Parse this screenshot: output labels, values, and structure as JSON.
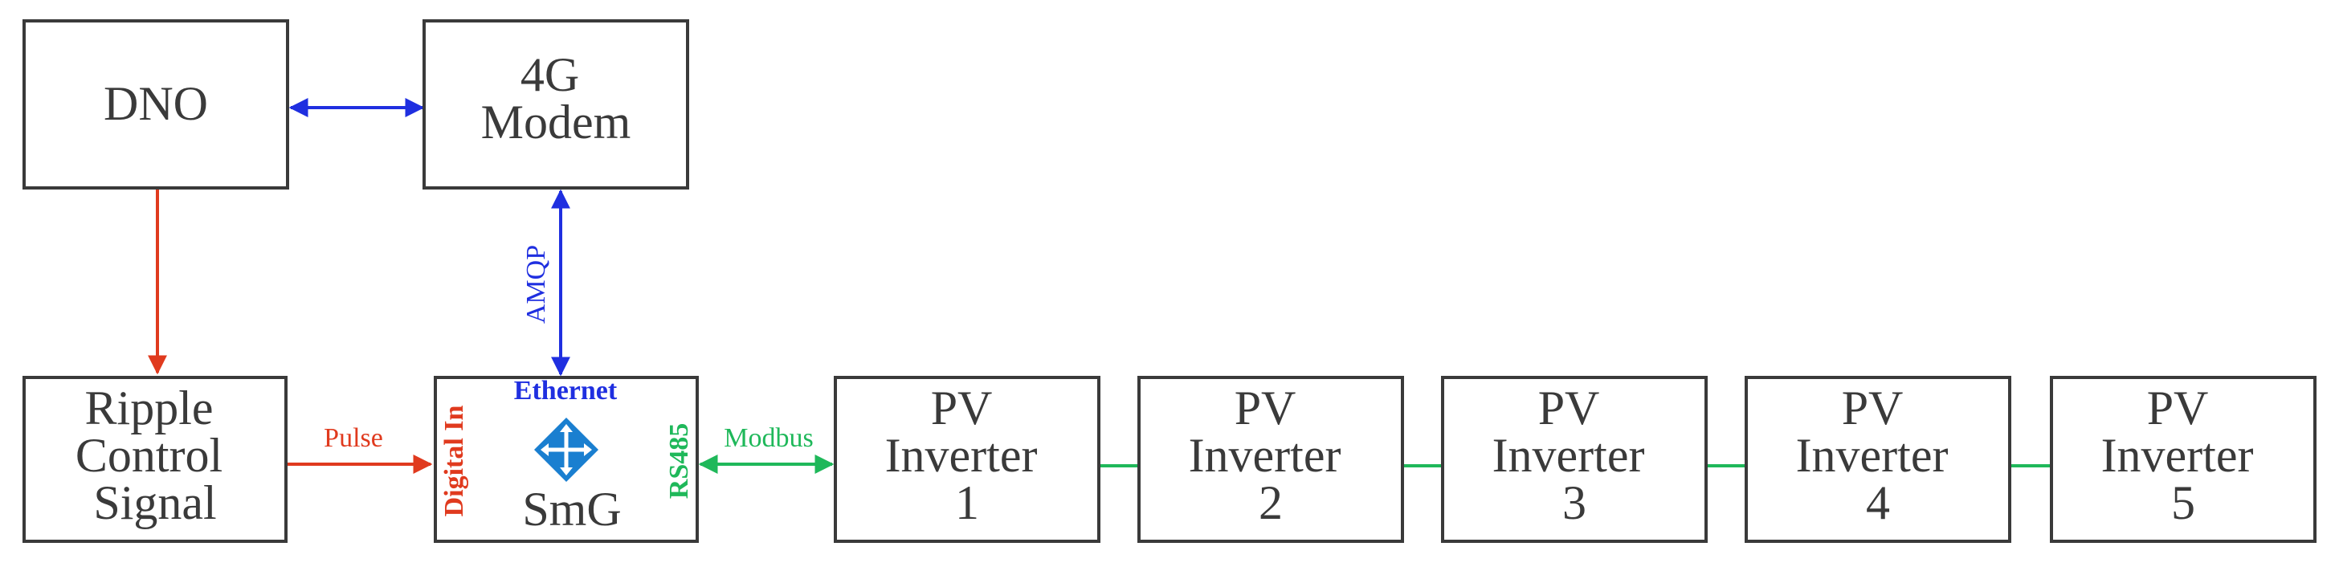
{
  "nodes": {
    "dno": [
      "DNO"
    ],
    "modem": [
      "4G",
      "Modem"
    ],
    "ripple": [
      "Ripple",
      "Control",
      "Signal"
    ],
    "smg": [
      "SmG"
    ],
    "inverters": [
      [
        "PV",
        "Inverter",
        "1"
      ],
      [
        "PV",
        "Inverter",
        "2"
      ],
      [
        "PV",
        "Inverter",
        "3"
      ],
      [
        "PV",
        "Inverter",
        "4"
      ],
      [
        "PV",
        "Inverter",
        "5"
      ]
    ]
  },
  "edges": {
    "pulse": "Pulse",
    "amqp": "AMQP",
    "modbus": "Modbus"
  },
  "ports": {
    "ethernet": "Ethernet",
    "digital_in": "Digital In",
    "rs485": "RS485"
  },
  "colors": {
    "box_stroke": "#3a3a3a",
    "text": "#3a3a3a",
    "blue": "#1f2fe0",
    "red": "#e03a1e",
    "green": "#1fb85a",
    "icon": "#1a7fd0"
  },
  "icons": {
    "smg": "router-icon"
  }
}
